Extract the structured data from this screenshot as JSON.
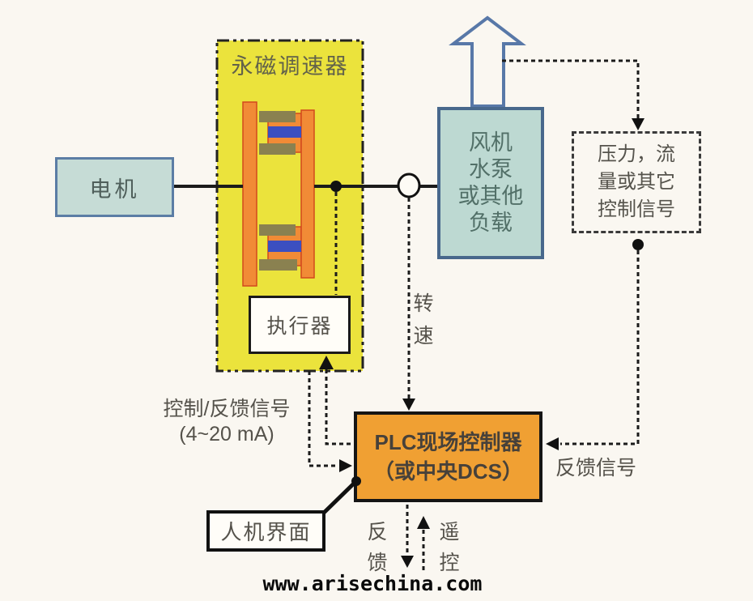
{
  "diagram": {
    "title": "永磁调速器",
    "watermark": "www.arisechina.com",
    "boxes": {
      "motor": {
        "label": "电机"
      },
      "load": {
        "line1": "风机",
        "line2": "水泵",
        "line3": "或其他",
        "line4": "负载"
      },
      "actuator": {
        "label": "执行器"
      },
      "signal": {
        "line1": "压力，流",
        "line2": "量或其它",
        "line3": "控制信号"
      },
      "plc": {
        "line1": "PLC现场控制器",
        "line2": "（或中央DCS）"
      },
      "hmi": {
        "label": "人机界面"
      }
    },
    "labels": {
      "control_feedback_line1": "控制/反馈信号",
      "control_feedback_line2": "(4~20 mA)",
      "speed_char1": "转",
      "speed_char2": "速",
      "feedback_signal": "反馈信号",
      "feedback_char1": "反",
      "feedback_char2": "馈",
      "remote_char1": "遥",
      "remote_char2": "控"
    },
    "colors": {
      "background": "#faf7f1",
      "controller_fill": "#ebe33c",
      "plate_orange": "#f18b36",
      "plate_outline": "#d2491d",
      "magnet_gray": "#8a8150",
      "magnet_blue": "#3b4fc0",
      "motor_fill": "#c6dcd6",
      "motor_border": "#5b7da5",
      "load_fill": "#bdd9d2",
      "load_border": "#48688c",
      "plc_fill": "#f0a033",
      "big_arrow_outline": "#5878a8",
      "line_black": "#1b1b1b",
      "text_gray": "#55524b"
    }
  }
}
